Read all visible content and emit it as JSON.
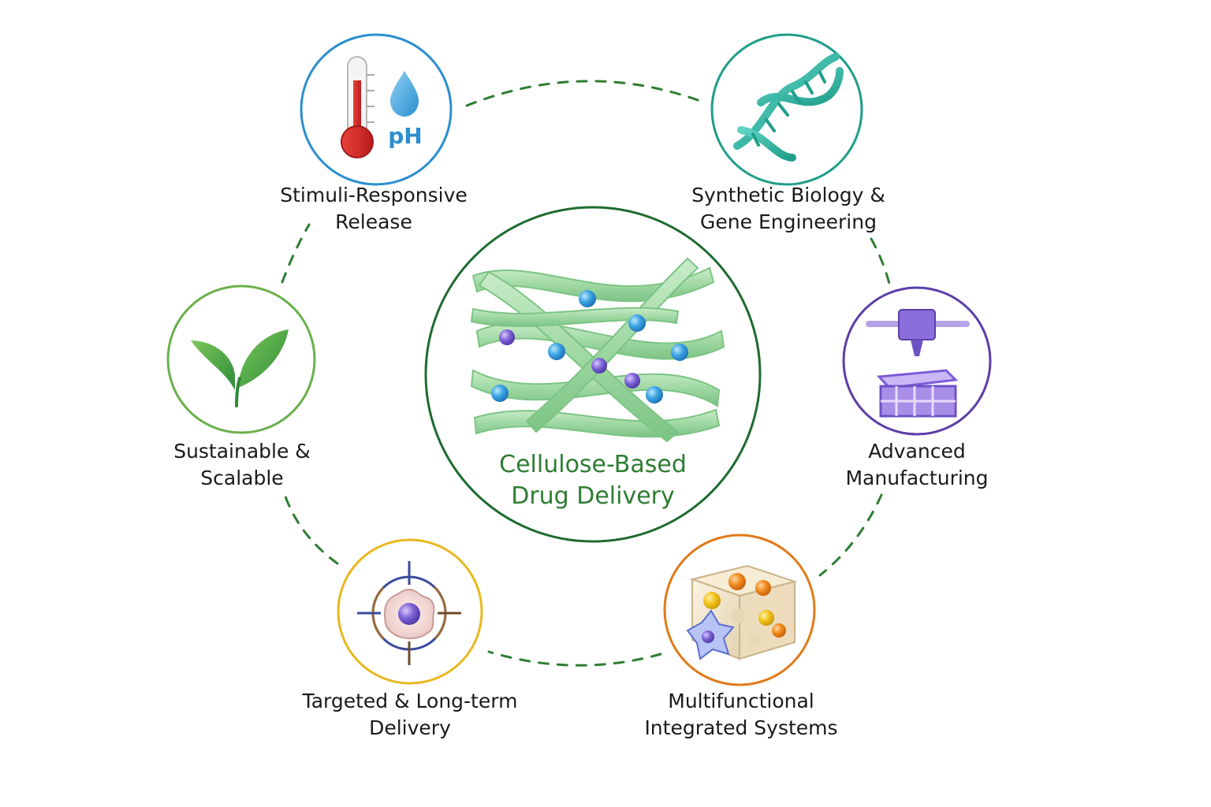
{
  "center": {
    "line1": "Cellulose-Based",
    "line2": "Drug Delivery",
    "ring_color": "#1e6b2e",
    "text_color": "#2e7d32"
  },
  "nodes": [
    {
      "id": "stimuli",
      "line1": "Stimuli-Responsive",
      "line2": "Release",
      "ring_color": "#2b8fcf",
      "icon": "thermometer-ph-icon",
      "badge": "pH"
    },
    {
      "id": "synbio",
      "line1": "Synthetic Biology &",
      "line2": "Gene Engineering",
      "ring_color": "#1f9e8a",
      "icon": "dna-icon"
    },
    {
      "id": "manufacturing",
      "line1": "Advanced",
      "line2": "Manufacturing",
      "ring_color": "#5b3fa8",
      "icon": "3d-printer-icon"
    },
    {
      "id": "multifunctional",
      "line1": "Multifunctional",
      "line2": "Integrated Systems",
      "ring_color": "#e07a1a",
      "icon": "porous-scaffold-icon"
    },
    {
      "id": "targeted",
      "line1": "Targeted & Long-term",
      "line2": "Delivery",
      "ring_color": "#e8b81e",
      "icon": "target-cell-icon"
    },
    {
      "id": "sustainable",
      "line1": "Sustainable &",
      "line2": "Scalable",
      "ring_color": "#6ab04c",
      "icon": "leaf-icon"
    }
  ],
  "connector_color": "#2e7d32"
}
